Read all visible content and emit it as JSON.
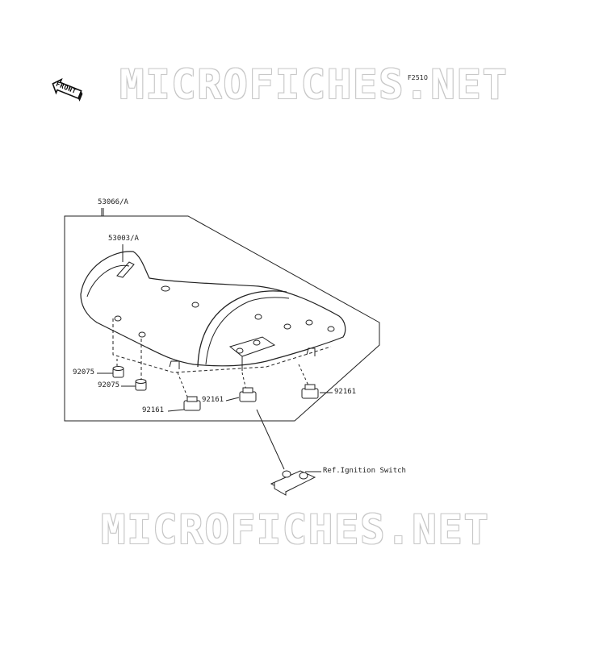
{
  "diagram": {
    "figure_code": "F2510",
    "front_label": "FRONT",
    "watermark_top": "MICROFICHES.NET",
    "watermark_bottom": "MICROFICHES.NET"
  },
  "callouts": {
    "seat_assy": "53066/A",
    "seat_base": "53003/A",
    "damper_1": "92075",
    "damper_2": "92075",
    "nut_left": "92161",
    "nut_center": "92161",
    "nut_right": "92161",
    "ref_switch": "Ref.Ignition Switch"
  }
}
